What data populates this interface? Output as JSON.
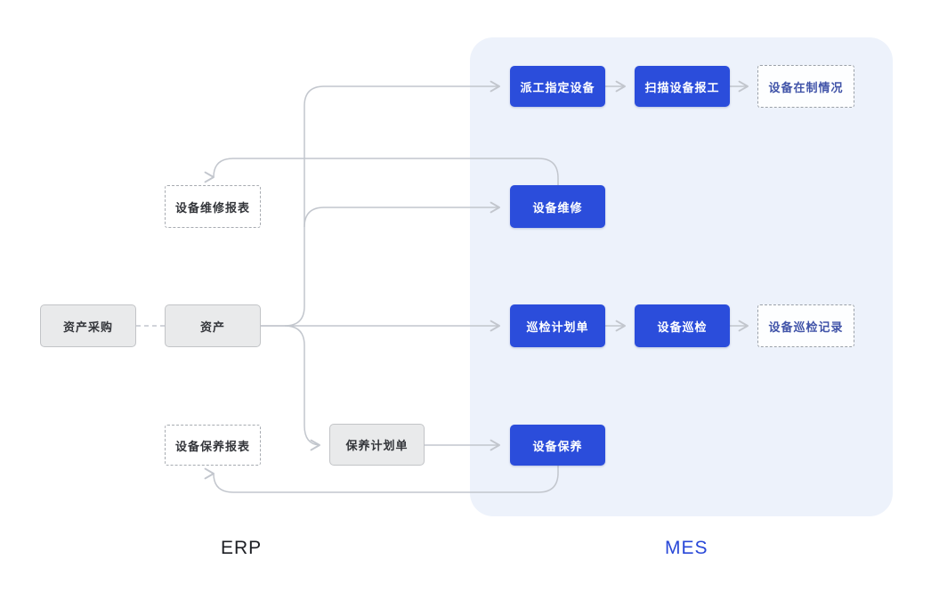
{
  "diagram": {
    "title_zone_left": "ERP",
    "title_zone_right": "MES",
    "colors": {
      "accent_blue": "#2b4ddb",
      "mes_panel_bg": "#edf2fb",
      "connector_gray": "#c2c6cd",
      "gray_node_bg": "#e9eaeb",
      "mes_label_blue": "#2948d8",
      "dashed_mes_text": "#4053a8"
    },
    "nodes": {
      "asset_purchase": {
        "label": "资产采购",
        "style": "gray"
      },
      "asset": {
        "label": "资产",
        "style": "gray"
      },
      "repair_report": {
        "label": "设备维修报表",
        "style": "dashed"
      },
      "maintenance_report": {
        "label": "设备保养报表",
        "style": "dashed"
      },
      "maintenance_plan": {
        "label": "保养计划单",
        "style": "gray"
      },
      "dispatch": {
        "label": "派工指定设备",
        "style": "blue"
      },
      "scan_report": {
        "label": "扫描设备报工",
        "style": "blue"
      },
      "wip_status": {
        "label": "设备在制情况",
        "style": "dashed"
      },
      "repair": {
        "label": "设备维修",
        "style": "blue"
      },
      "inspection_plan": {
        "label": "巡检计划单",
        "style": "blue"
      },
      "inspection": {
        "label": "设备巡检",
        "style": "blue"
      },
      "inspection_record": {
        "label": "设备巡检记录",
        "style": "dashed"
      },
      "maintenance": {
        "label": "设备保养",
        "style": "blue"
      }
    },
    "edges": [
      {
        "from": "asset_purchase",
        "to": "asset",
        "style": "dashed",
        "arrow": false
      },
      {
        "from": "asset",
        "to": "dispatch",
        "style": "solid",
        "arrow": true
      },
      {
        "from": "asset",
        "to": "repair",
        "style": "solid",
        "arrow": true
      },
      {
        "from": "asset",
        "to": "inspection_plan",
        "style": "solid",
        "arrow": true
      },
      {
        "from": "asset",
        "to": "maintenance_plan",
        "style": "solid",
        "arrow": true
      },
      {
        "from": "dispatch",
        "to": "scan_report",
        "style": "solid",
        "arrow": true
      },
      {
        "from": "scan_report",
        "to": "wip_status",
        "style": "solid",
        "arrow": true
      },
      {
        "from": "repair",
        "to": "repair_report",
        "style": "solid",
        "arrow": true
      },
      {
        "from": "inspection_plan",
        "to": "inspection",
        "style": "solid",
        "arrow": true
      },
      {
        "from": "inspection",
        "to": "inspection_record",
        "style": "solid",
        "arrow": true
      },
      {
        "from": "maintenance_plan",
        "to": "maintenance",
        "style": "solid",
        "arrow": true
      },
      {
        "from": "maintenance",
        "to": "maintenance_report",
        "style": "solid",
        "arrow": true
      }
    ]
  }
}
